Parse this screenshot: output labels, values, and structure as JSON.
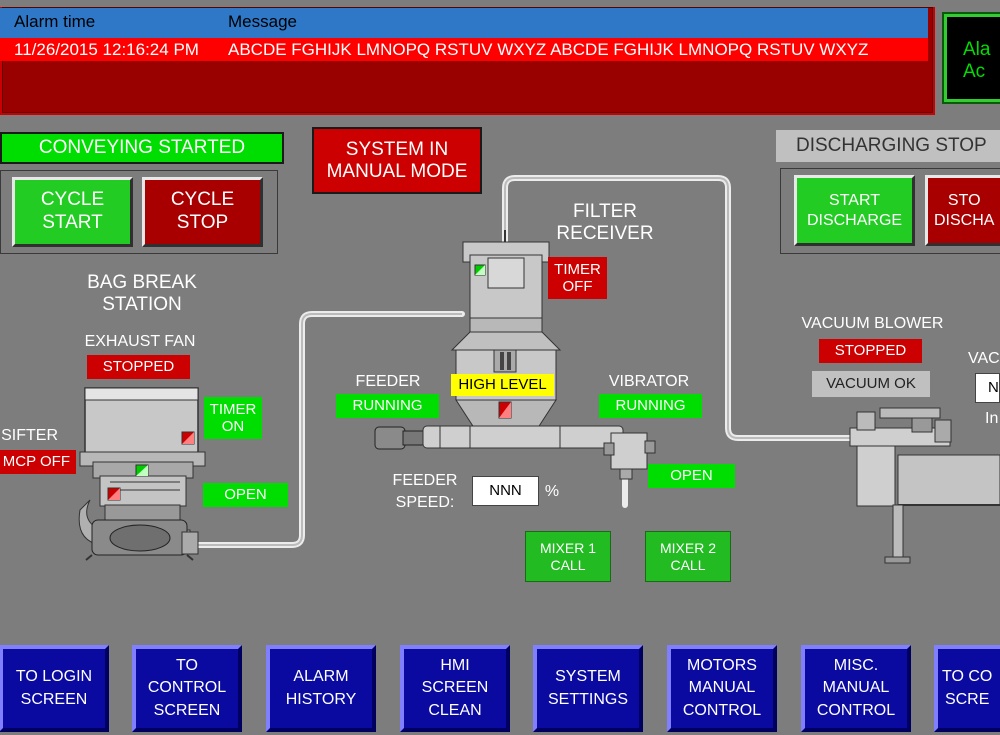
{
  "alarm_banner": {
    "col_time": "Alarm time",
    "col_message": "Message",
    "rows": [
      {
        "time": "11/26/2015 12:16:24 PM",
        "message": "ABCDE FGHIJK LMNOPQ RSTUV WXYZ ABCDE FGHIJK LMNOPQ RSTUV WXYZ"
      }
    ],
    "alarm_button_label": "Ala\nAc"
  },
  "conveying": {
    "status_label": "CONVEYING STARTED",
    "cycle_start_label": "CYCLE\nSTART",
    "cycle_stop_label": "CYCLE\nSTOP"
  },
  "system_mode_label": "SYSTEM IN\nMANUAL MODE",
  "discharge": {
    "status_label": "DISCHARGING STOP",
    "start_label": "START\nDISCHARGE",
    "stop_label": "STO\nDISCHA"
  },
  "bag_break": {
    "title": "BAG BREAK\nSTATION",
    "exhaust_fan_label": "EXHAUST FAN",
    "exhaust_fan_status": "STOPPED",
    "timer_status": "TIMER\nON",
    "valve_status": "OPEN",
    "sifter_label": "SIFTER",
    "sifter_status": "MCP OFF"
  },
  "filter_receiver": {
    "title": "FILTER\nRECEIVER",
    "timer_status": "TIMER\nOFF",
    "level_status": "HIGH LEVEL"
  },
  "feeder": {
    "label": "FEEDER",
    "status": "RUNNING",
    "speed_label": "FEEDER\nSPEED:",
    "speed_value": "NNN",
    "speed_unit": "%"
  },
  "vibrator": {
    "label": "VIBRATOR",
    "status": "RUNNING",
    "valve_status": "OPEN"
  },
  "mixers": {
    "mixer1_label": "MIXER 1\nCALL",
    "mixer2_label": "MIXER 2\nCALL"
  },
  "vacuum_blower": {
    "label": "VACUUM BLOWER",
    "status": "STOPPED",
    "vacuum_status": "VACUUM OK",
    "right_label_partial": "VAC",
    "right_value_partial": "N",
    "right_unit_partial": "In"
  },
  "nav": [
    {
      "label": "TO LOGIN\nSCREEN"
    },
    {
      "label": "TO\nCONTROL\nSCREEN"
    },
    {
      "label": "ALARM\nHISTORY"
    },
    {
      "label": "HMI\nSCREEN\nCLEAN"
    },
    {
      "label": "SYSTEM\nSETTINGS"
    },
    {
      "label": "MOTORS\nMANUAL\nCONTROL"
    },
    {
      "label": "MISC.\nMANUAL\nCONTROL"
    },
    {
      "label": "TO CO\nSCRE"
    }
  ],
  "colors": {
    "background": "#7d7d7d",
    "status_green": "#00dd00",
    "status_red": "#cc0000",
    "nav_blue": "#0a0aa0",
    "alarm_red": "#ff0000",
    "alarm_header_blue": "#2f78c8"
  }
}
